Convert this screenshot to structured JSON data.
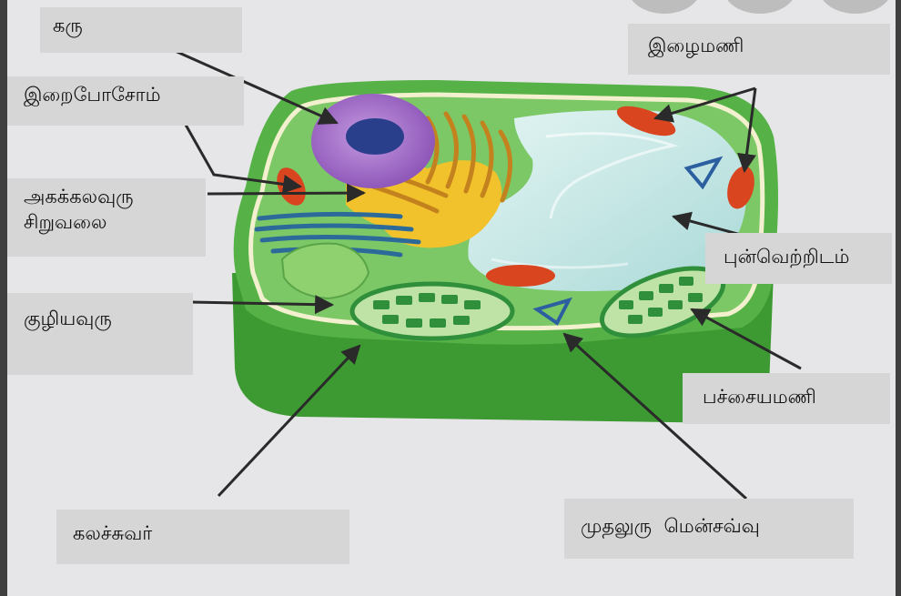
{
  "colors": {
    "background": "#e6e6e9",
    "label_bg": "#d6d6d6",
    "cell_wall": "#4aa83b",
    "cytoplasm": "#6cc35a",
    "nucleus": "#9b62c4",
    "nucleolus": "#2a3f8c",
    "vacuole": "#c9e9e8",
    "mitochondria": "#d9451f",
    "chloroplast": "#2f8f3a",
    "golgi": "#d49a38",
    "er": "#f1c22b",
    "arrow": "#2a2a2a"
  },
  "labels": {
    "nucleus": "கரு",
    "ribosome": "இறைபோசோம்",
    "er_line1": "அகக்கலவுரு",
    "er_line2": "சிறுவலை",
    "golgi": "குழியவுரு",
    "cell_wall": "கலச்சுவர்",
    "mitochondria": "இழைமணி",
    "vacuole": "புன்வெற்றிடம்",
    "chloroplast": "பச்சையமணி",
    "plasma_membrane": "முதலுரு  மென்சவ்வு"
  }
}
